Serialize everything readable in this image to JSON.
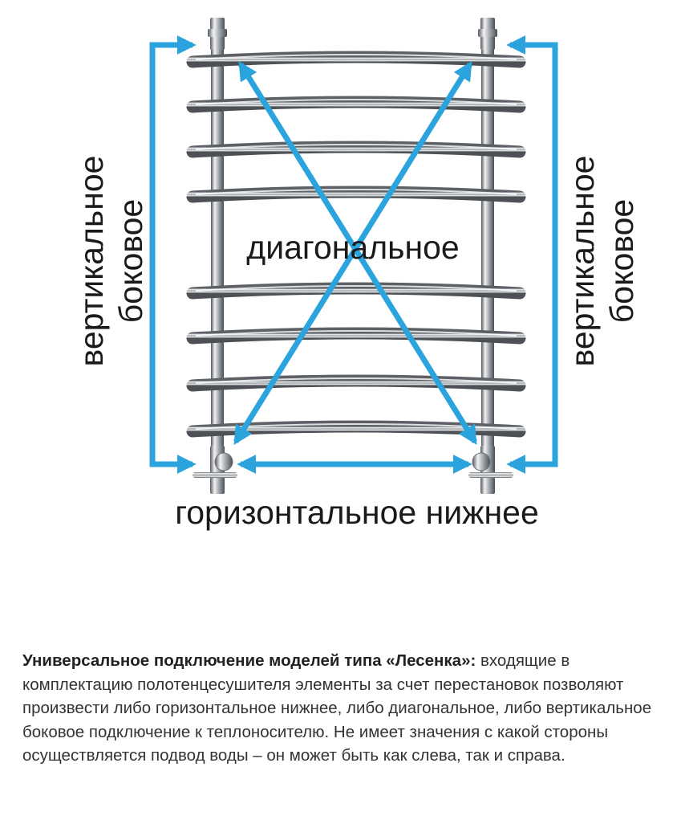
{
  "diagram": {
    "label_left": [
      "вертикальное",
      "боковое"
    ],
    "label_right": [
      "вертикальное",
      "боковое"
    ],
    "label_center": "диагональное",
    "label_bottom": "горизонтальное нижнее"
  },
  "caption": {
    "title": "Универсальное подключение моделей типа «Лесенка»:",
    "body": " входящие в комплектацию полотенцесушителя элементы за счет перестановок позволяют произвести либо горизонтальное нижнее, либо диагональное, либо вертикальное боковое подключение к теплоносителю. Не имеет значения с какой стороны осуществляется подвод воды – он может быть как слева, так и справа."
  },
  "colors": {
    "arrow": "#2ba3dc",
    "text": "#1a1a1a",
    "chrome": "#9aa0a6"
  }
}
